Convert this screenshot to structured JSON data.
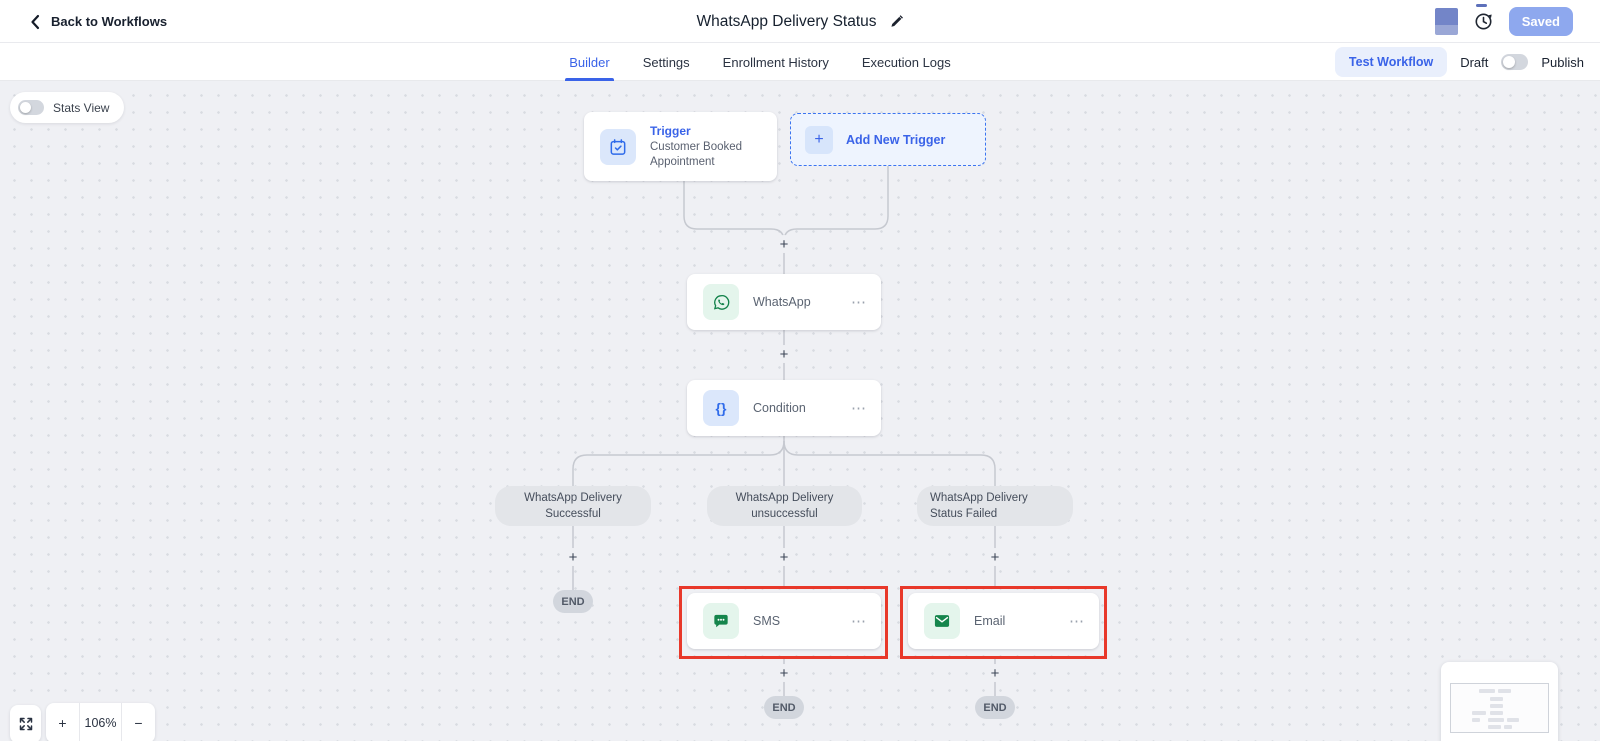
{
  "header": {
    "back_label": "Back to Workflows",
    "title": "WhatsApp Delivery Status",
    "saved_label": "Saved"
  },
  "tabs": {
    "items": [
      {
        "label": "Builder",
        "active": true
      },
      {
        "label": "Settings",
        "active": false
      },
      {
        "label": "Enrollment History",
        "active": false
      },
      {
        "label": "Execution Logs",
        "active": false
      }
    ],
    "test_workflow_label": "Test Workflow",
    "draft_label": "Draft",
    "publish_label": "Publish"
  },
  "canvas": {
    "stats_view_label": "Stats View",
    "zoom_level": "106%",
    "end_label": "END",
    "trigger": {
      "title": "Trigger",
      "subtitle": "Customer Booked Appointment"
    },
    "add_new_trigger_label": "Add New Trigger",
    "nodes": {
      "whatsapp": "WhatsApp",
      "condition": "Condition",
      "sms": "SMS",
      "email": "Email"
    },
    "branches": [
      {
        "label": "WhatsApp Delivery Successful"
      },
      {
        "label": "WhatsApp Delivery unsuccessful"
      },
      {
        "label": "WhatsApp Delivery Status Failed"
      }
    ]
  },
  "icons": {
    "plus": "+",
    "minus": "−",
    "dots_menu": "⋯",
    "braces": "{}"
  },
  "colors": {
    "accent_blue": "#3a63e8",
    "whatsapp_green": "#12824a",
    "icon_green_bg": "#e4f5ec",
    "icon_blue_bg": "#dbe7fb",
    "highlight_red": "#e8382a",
    "saved_button_bg": "#8ea8ee"
  }
}
